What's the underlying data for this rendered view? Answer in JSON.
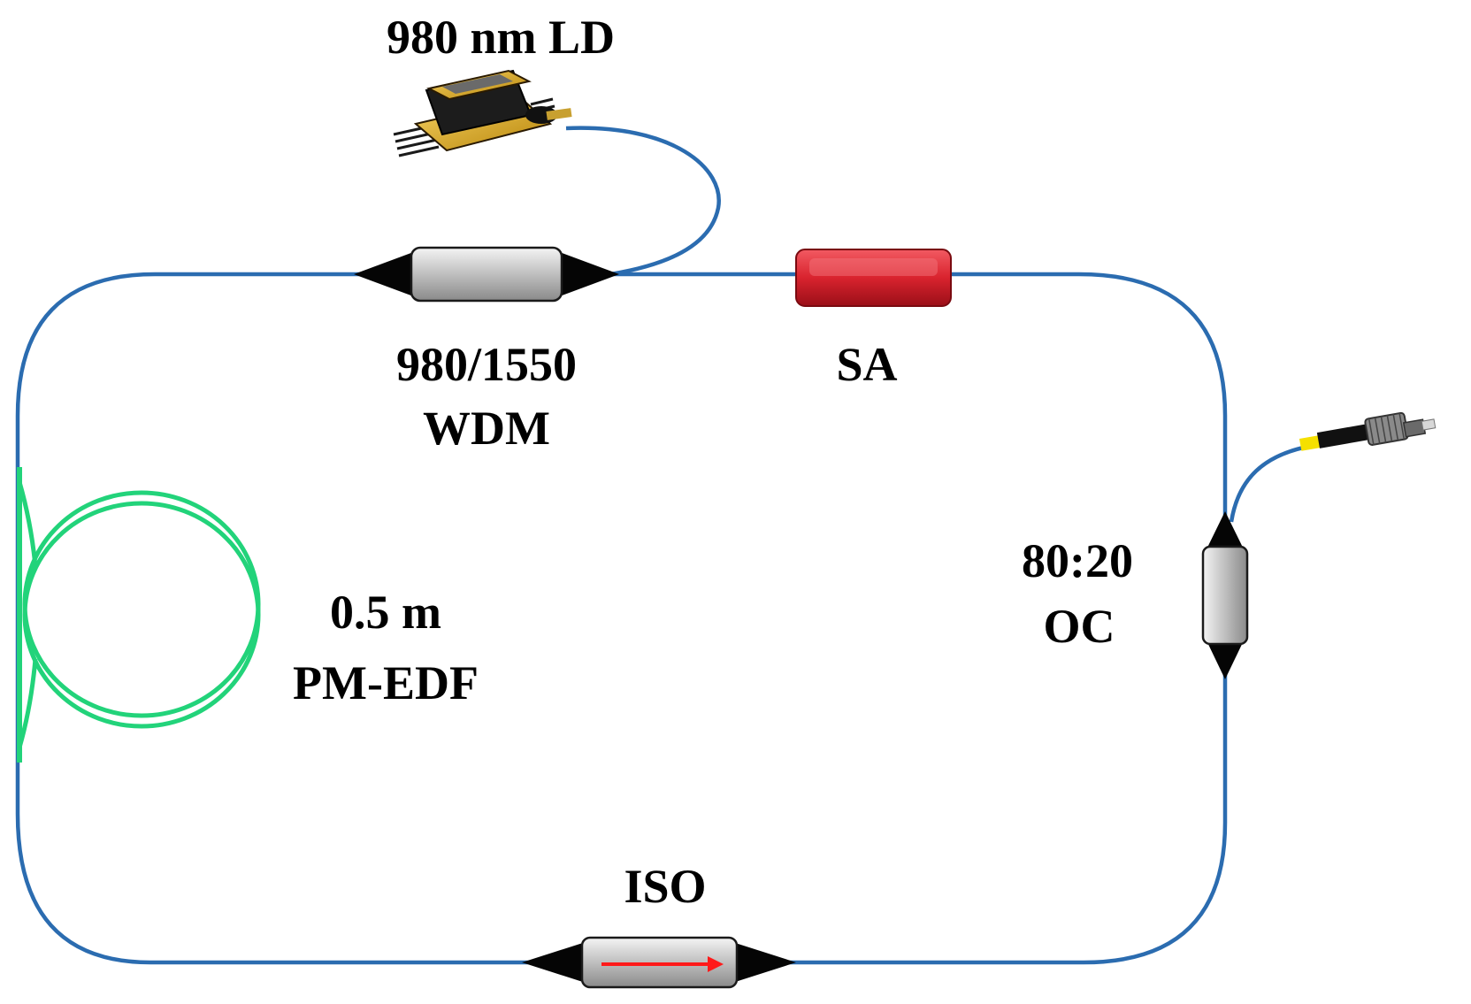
{
  "labels": {
    "laser_diode": "980 nm LD",
    "wdm_line1": "980/1550",
    "wdm_line2": "WDM",
    "sa": "SA",
    "coupler_line1": "80:20",
    "coupler_line2": "OC",
    "edf_line1": "0.5 m",
    "edf_line2": "PM-EDF",
    "isolator": "ISO"
  },
  "colors": {
    "fiber": "#2b6cb0",
    "edf_fiber": "#22d37a",
    "component_body": "#bdbdbd",
    "sa_body": "#d9232e",
    "isolator_arrow": "#ff1a1a",
    "connector_yellow": "#f5e000",
    "laser_gold": "#e6b422"
  },
  "icons": {
    "laser": "laser-diode-butterfly-icon",
    "connector": "fc-fiber-connector-icon"
  }
}
